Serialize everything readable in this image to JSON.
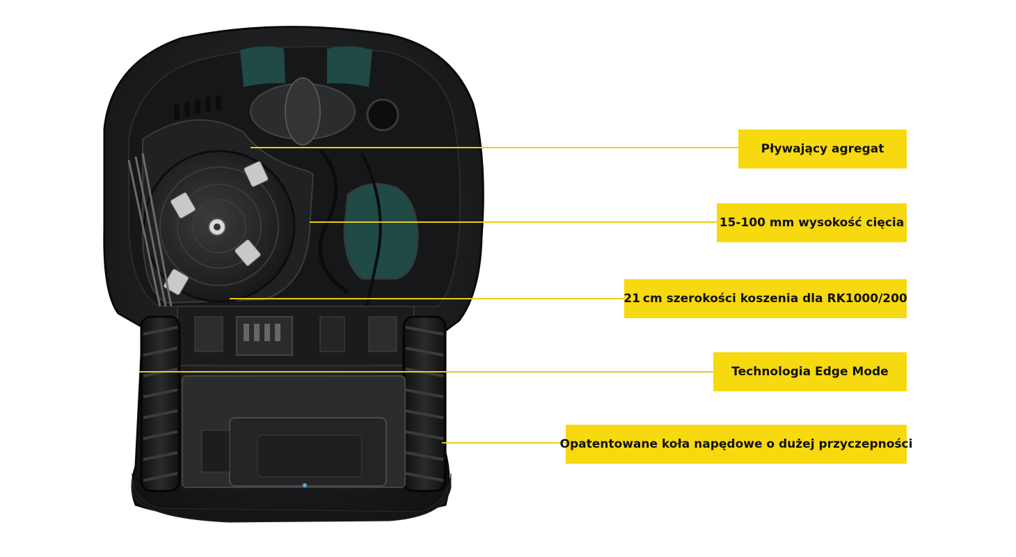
{
  "image": {
    "subject": "robotic-lawn-mower-underside",
    "colors": {
      "body": "#1b1c1d",
      "accent": "#1f4a45",
      "callout": "#f7d90f",
      "leader": "#e9cf12"
    }
  },
  "callouts": [
    {
      "id": "floating-deck",
      "text": "Pływający agregat"
    },
    {
      "id": "cutting-height",
      "text": "15-100 mm wysokość cięcia"
    },
    {
      "id": "cutting-width",
      "text_prefix": "21",
      "text_main": "cm szerokości koszenia dla RK",
      "text_suffix": "1000/200"
    },
    {
      "id": "edge-mode",
      "text": "Technologia Edge Mode"
    },
    {
      "id": "drive-wheels",
      "text": "Opatentowane koła napędowe o dużej przyczepności"
    }
  ]
}
